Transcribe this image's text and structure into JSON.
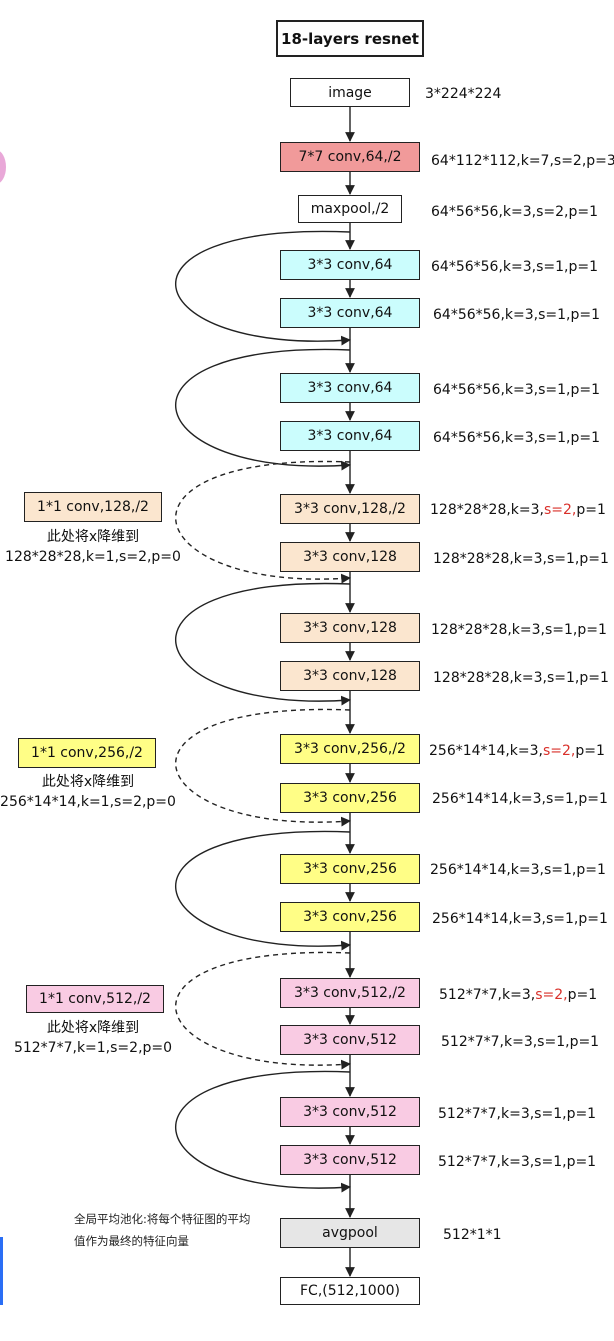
{
  "title": "18-layers resnet",
  "colors": {
    "stem": "#f19a9a",
    "stage1": "#cbfdfd",
    "stage2": "#fbe6cf",
    "stage3": "#fffe86",
    "stage4": "#f9cbe3",
    "pool": "#e6e6e6",
    "highlight": "#d9302a"
  },
  "layers": [
    {
      "label": "image",
      "annot": "3*224*224"
    },
    {
      "label": "7*7 conv,64,/2",
      "annot": "64*112*112,k=7,s=2,p=3"
    },
    {
      "label": "maxpool,/2",
      "annot": "64*56*56,k=3,s=2,p=1"
    },
    {
      "label": "3*3 conv,64",
      "annot": "64*56*56,k=3,s=1,p=1"
    },
    {
      "label": "3*3 conv,64",
      "annot": "64*56*56,k=3,s=1,p=1"
    },
    {
      "label": "3*3 conv,64",
      "annot": "64*56*56,k=3,s=1,p=1"
    },
    {
      "label": "3*3 conv,64",
      "annot": "64*56*56,k=3,s=1,p=1"
    },
    {
      "label": "3*3 conv,128,/2",
      "annot_a": "128*28*28,k=3,",
      "annot_b": "s=2,",
      "annot_c": "p=1"
    },
    {
      "label": "3*3 conv,128",
      "annot": "128*28*28,k=3,s=1,p=1"
    },
    {
      "label": "3*3 conv,128",
      "annot": "128*28*28,k=3,s=1,p=1"
    },
    {
      "label": "3*3 conv,128",
      "annot": "128*28*28,k=3,s=1,p=1"
    },
    {
      "label": "3*3 conv,256,/2",
      "annot_a": "256*14*14,k=3,",
      "annot_b": "s=2,",
      "annot_c": "p=1"
    },
    {
      "label": "3*3 conv,256",
      "annot": "256*14*14,k=3,s=1,p=1"
    },
    {
      "label": "3*3 conv,256",
      "annot": "256*14*14,k=3,s=1,p=1"
    },
    {
      "label": "3*3 conv,256",
      "annot": "256*14*14,k=3,s=1,p=1"
    },
    {
      "label": "3*3 conv,512,/2",
      "annot_a": "512*7*7,k=3,",
      "annot_b": "s=2,",
      "annot_c": "p=1"
    },
    {
      "label": "3*3 conv,512",
      "annot": "512*7*7,k=3,s=1,p=1"
    },
    {
      "label": "3*3 conv,512",
      "annot": "512*7*7,k=3,s=1,p=1"
    },
    {
      "label": "3*3 conv,512",
      "annot": "512*7*7,k=3,s=1,p=1"
    },
    {
      "label": "avgpool",
      "annot": "512*1*1"
    },
    {
      "label": "FC,(512,1000)"
    }
  ],
  "shortcuts": [
    {
      "label": "1*1 conv,128,/2",
      "note_line1": "此处将x降维到",
      "note_line2": "128*28*28,k=1,s=2,p=0"
    },
    {
      "label": "1*1 conv,256,/2",
      "note_line1": "此处将x降维到",
      "note_line2": "256*14*14,k=1,s=2,p=0"
    },
    {
      "label": "1*1 conv,512,/2",
      "note_line1": "此处将x降维到",
      "note_line2": "512*7*7,k=1,s=2,p=0"
    }
  ],
  "avgpool_note": {
    "line1": "全局平均池化:将每个特征图的平均",
    "line2": "值作为最终的特征向量"
  }
}
